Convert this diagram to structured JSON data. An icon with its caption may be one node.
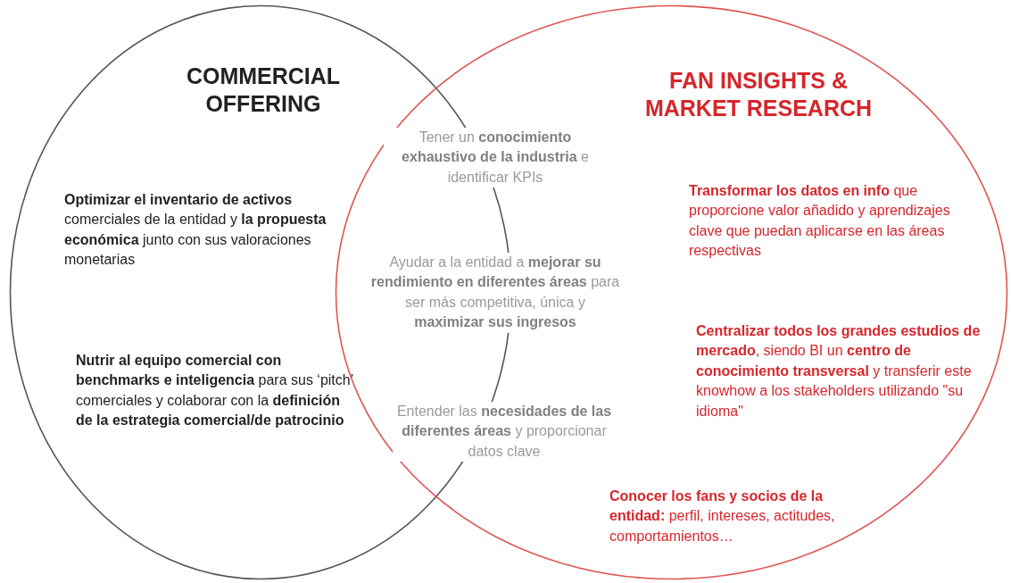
{
  "diagram": {
    "nodes": [
      {
        "text": [
          "COMMERCIAL OFFERING",
          "**Optimizar el inventario de activos** comerciales de la entidad y **la propuesta económica** junto con sus valoraciones monetarias",
          "**Nutrir al equipo comercial con benchmarks e inteligencia** para sus ‘pitch’ comerciales y colaborar con la **definición de la estrategia comercial/de patrocinio**"
        ]
      },
      {
        "text": [
          "FAN INSIGHTS & MARKET RESEARCH",
          "**Transformar los datos en info** que proporcione valor añadido y aprendizajes clave que puedan aplicarse en las áreas respectivas",
          "**Centralizar todos los grandes estudios de mercado**, siendo BI un **centro de conocimiento transversal** y transferir este knowhow a los stakeholders utilizando \"su idioma\"",
          "**Conocer los fans y socios de la entidad:** perfil, intereses, actitudes, comportamientos…"
        ]
      }
    ],
    "labels": [
      "Tener un **conocimiento exhaustivo de la industria** e identificar KPIs",
      "Ayudar a la entidad a **mejorar su rendimiento en diferentes áreas** para ser más competitiva, única y **maximizar sus ingresos**",
      "Entender las **necesidades de las diferentes áreas** y proporcionar datos clave"
    ]
  }
}
